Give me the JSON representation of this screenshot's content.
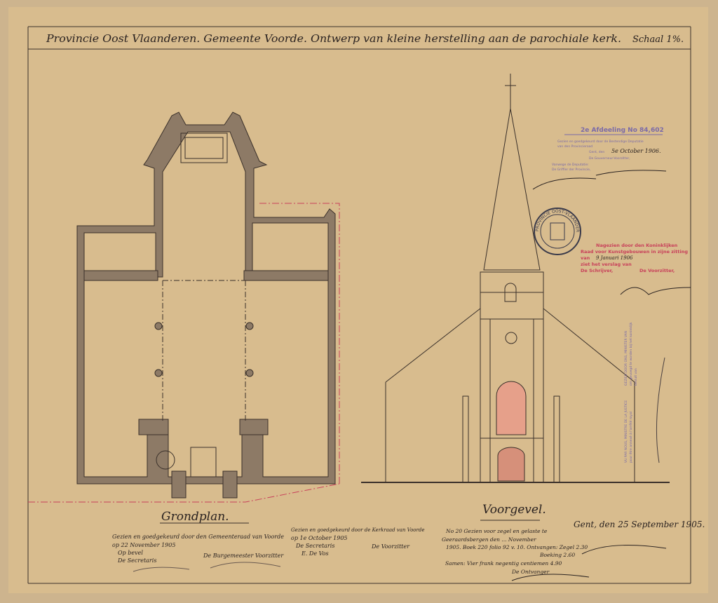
{
  "title": "Provincie Oost Vlaanderen. Gemeente Voorde. Ontwerp van kleine herstelling aan de parochiale kerk.",
  "scale": "Schaal 1%.",
  "plan": {
    "label": "Grondplan.",
    "notes": [
      "Gezien en goedgekeurd door den Gemeenteraad van Voorde",
      "op 22 November 1905",
      "Op bevel",
      "De Secretaris",
      "De Burgemeester Voorzitter"
    ],
    "approval": [
      "Gezien en goedgekeurd door de Kerkraad van Voorde",
      "op 1e October 1905",
      "De Secretaris",
      "E. De Vos",
      "De Voorzitter"
    ]
  },
  "elevation": {
    "label": "Voorgevel.",
    "notes": [
      "No 20 Gezien voor zegel en gelaste te",
      "Geeraardsbergen den ... November",
      "1905. Boek 220 folio 92 v. 10. Ontvangen: Zegel 2.30",
      "Boeking 2.60",
      "Samen: Vier frank negentig centiemen 4.90",
      "De Ontvanger"
    ]
  },
  "signature_block": {
    "place_date": "Gent, den 25 September 1905."
  },
  "stamps": {
    "division": "2e Afdeeling No 84,602",
    "division_lines": [
      "Gezien en goedgekeurd door de Bestendige Deputatie",
      "van den Provincieraad",
      "Gent, den",
      "De Gouverneur-Voorzitter,",
      "Vanwege de Deputatie:",
      "De Griffier der Provincie,"
    ],
    "division_date": "5e October 1906.",
    "seal": "PROVINCIE OOST-VLAANDEREN",
    "royal": [
      "Nagezien door den Koninklijken",
      "Raad voor Kunstgebouwen in zijne zitting",
      "van",
      "ziet het verslag van",
      "De Schrijver,",
      "De Voorzitter,"
    ],
    "royal_date": "9 Januari 1906",
    "vertical": [
      "VU PAR NOUS, MINISTRE DE LA JUSTICE",
      "pour être annexé à l'arrêté royal",
      "GEZIEN DOOR ONS, MINISTER VAN",
      "om gevoegd te worden bij het koninklijk",
      "besluit van"
    ]
  },
  "colors": {
    "paper": "#d8bc8e",
    "ink": "#2a2220",
    "red": "#c8405a",
    "violet": "#7a6aa8"
  }
}
